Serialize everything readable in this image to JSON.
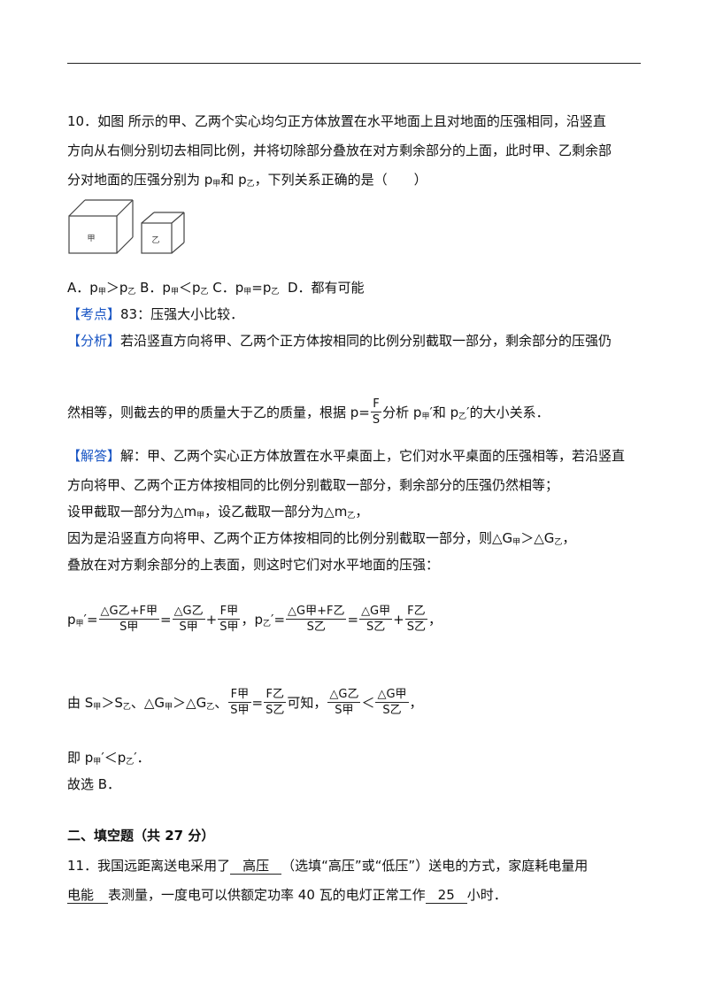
{
  "q10": {
    "line1": "10．如图 所示的甲、乙两个实心均匀正方体放置在水平地面上且对地面的压强相同，沿竖直",
    "line2": "方向从右侧分别切去相同比例，并将切除部分叠放在对方剩余部分的上面，此时甲、乙剩余部",
    "line3_a": "分对地面的压强分别为 p",
    "sub_jia": "甲",
    "sub_yi": "乙",
    "line3_b": "和 p",
    "line3_c": "，下列关系正确的是（　　）",
    "cube_jia": "甲",
    "cube_yi": "乙",
    "opt_a1": "A．p",
    "opt_a2": "＞p",
    "opt_b1": " B．p",
    "opt_b2": "＜p",
    "opt_c1": " C．p",
    "opt_c2": "=p",
    "opt_d": "D．都有可能"
  },
  "kaodian": {
    "tag": "【考点】",
    "text": "83：压强大小比较．"
  },
  "fenxi": {
    "tag": "【分析】",
    "text1": "若沿竖直方向将甲、乙两个正方体按相同的比例分别截取一部分，剩余部分的压强仍",
    "text2a": "然相等，则截去的甲的质量大于乙的质量，根据 p=",
    "f_num": "F",
    "f_den": "S",
    "text2b": "分析 p",
    "prime": "′",
    "text2c": "和 p",
    "text2d": "的大小关系．"
  },
  "jieda": {
    "tag": "【解答】",
    "l1": "解：甲、乙两个实心正方体放置在水平桌面上，它们对水平桌面的压强相等，若沿竖直",
    "l2": "方向将甲、乙两个正方体按相同的比例分别截取一部分，剩余部分的压强仍然相等；",
    "l3a": "设甲截取一部分为△m",
    "l3b": "，设乙截取一部分为△m",
    "l3c": "，",
    "l4a": "因为是沿竖直方向将甲、乙两个正方体按相同的比例分别截取一部分，则△G",
    "l4b": "＞△G",
    "l4c": "，",
    "l5": "叠放在对方剩余部分的上表面，则这时它们对水平地面的压强：",
    "eq_p": "p",
    "eq_eq": "=",
    "eq_plus": "+",
    "eq_comma": "，",
    "eq_end": "，",
    "f1_num": "△G乙+F甲",
    "f1_den": "S甲",
    "f2_num": "△G乙",
    "f2_den": "S甲",
    "f3_num": "F甲",
    "f3_den": "S甲",
    "f4_num": "△G甲+F乙",
    "f4_den": "S乙",
    "f5_num": "△G甲",
    "f5_den": "S乙",
    "f6_num": "F乙",
    "f6_den": "S乙",
    "y1": "由 S",
    "y2": "＞S",
    "y3": "、△G",
    "y4": "＞△G",
    "y5": "、",
    "y6": "可知，",
    "lt": "＜",
    "g1_num": "F甲",
    "g1_den": "S甲",
    "g2_num": "F乙",
    "g2_den": "S乙",
    "g3_num": "△G乙",
    "g3_den": "S甲",
    "g4_num": "△G甲",
    "g4_den": "S乙",
    "conc1": "即 p",
    "conc2": "＜p",
    "conc3": "．",
    "xuan": "故选 B．"
  },
  "section2": {
    "title": "二、填空题（共 27 分）"
  },
  "q11": {
    "a": "11．我国远距离送电采用了",
    "blank1": "高压",
    "b": "（选填“高压”或“低压”）送电的方式，家庭耗电量用",
    "blank2": "电能",
    "c": "表测量，一度电可以供额定功率 40 瓦的电灯正常工作",
    "blank3": "25",
    "d": "小时．"
  }
}
